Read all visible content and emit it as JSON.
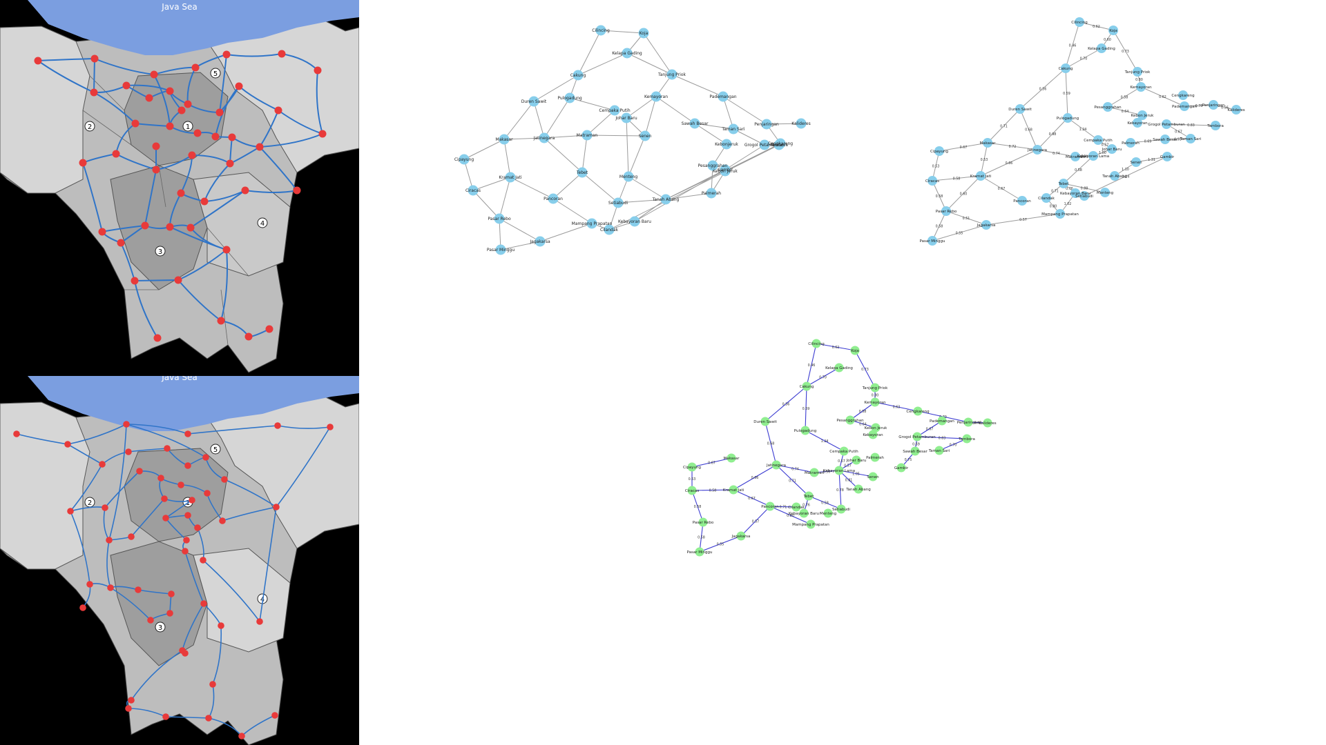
{
  "maps": {
    "sea_label": "Java Sea",
    "region_markers": [
      "1",
      "2",
      "3",
      "4",
      "5"
    ],
    "colors": {
      "sea": "#7b9ee0",
      "land_dark": "#9e9e9e",
      "land_mid": "#bdbdbd",
      "land_light": "#d6d6d6",
      "node": "#e83a3a",
      "edge": "#2f74c8",
      "background": "#000000"
    }
  },
  "graph_plain": {
    "colors": {
      "node": "#87ceeb",
      "edge": "#9a9a9a",
      "label": "#222222"
    },
    "nodes": [
      {
        "id": "cilincing",
        "label": "Cilincing"
      },
      {
        "id": "koja",
        "label": "Koja"
      },
      {
        "id": "kelapa-gading",
        "label": "Kelapa Gading"
      },
      {
        "id": "cakung",
        "label": "Cakung"
      },
      {
        "id": "tanjung-priok",
        "label": "Tanjung Priok"
      },
      {
        "id": "duren-sawit",
        "label": "Duren Sawit"
      },
      {
        "id": "pulogadung",
        "label": "Pulogadung"
      },
      {
        "id": "kemayoran",
        "label": "Kemayoran"
      },
      {
        "id": "pademangan",
        "label": "Pademangan"
      },
      {
        "id": "cempaka-putih",
        "label": "Cempaka Putih"
      },
      {
        "id": "johar-baru",
        "label": "Johar Baru"
      },
      {
        "id": "sawah-besar",
        "label": "Sawah Besar"
      },
      {
        "id": "taman-sari",
        "label": "Taman Sari"
      },
      {
        "id": "penjaringan",
        "label": "Penjaringan"
      },
      {
        "id": "kalideres",
        "label": "Kalideres"
      },
      {
        "id": "makasar",
        "label": "Makasar"
      },
      {
        "id": "jatinegara",
        "label": "Jatinegara"
      },
      {
        "id": "matraman",
        "label": "Matraman"
      },
      {
        "id": "senen",
        "label": "Senen"
      },
      {
        "id": "kebonjeruk",
        "label": "Kebonjeruk"
      },
      {
        "id": "grogol-petamburan",
        "label": "Grogol Petamburan"
      },
      {
        "id": "cengkareng",
        "label": "Cengkareng"
      },
      {
        "id": "tambora",
        "label": "Tambora"
      },
      {
        "id": "cipayung",
        "label": "Cipayung"
      },
      {
        "id": "kramat-jati",
        "label": "Kramat Jati"
      },
      {
        "id": "tebet",
        "label": "Tebet"
      },
      {
        "id": "menteng",
        "label": "Menteng"
      },
      {
        "id": "pesanggrahan",
        "label": "Pesanggrahan"
      },
      {
        "id": "gambir",
        "label": "Gambir"
      },
      {
        "id": "kebon-jeruk",
        "label": "Kebon Jeruk"
      },
      {
        "id": "palmerah",
        "label": "Palmerah"
      },
      {
        "id": "ciracas",
        "label": "Ciracas"
      },
      {
        "id": "pancoran",
        "label": "Pancoran"
      },
      {
        "id": "setiabudi",
        "label": "Setiabudi"
      },
      {
        "id": "tanah-abang",
        "label": "Tanah Abang"
      },
      {
        "id": "pasar-rebo",
        "label": "Pasar Rebo"
      },
      {
        "id": "mampang",
        "label": "Mampang Prapatan"
      },
      {
        "id": "cilandak",
        "label": "Cilandak"
      },
      {
        "id": "kebayoran-baru",
        "label": "Kebayoran Baru"
      },
      {
        "id": "jagakarsa",
        "label": "Jagakarsa"
      },
      {
        "id": "pasar-minggu",
        "label": "Pasar Minggu"
      }
    ]
  },
  "graph_weighted": {
    "colors": {
      "node": "#87ceeb",
      "edge": "#9a9a9a",
      "label": "#222222"
    },
    "nodes": [
      {
        "id": "cilincing",
        "label": "Cilincing"
      },
      {
        "id": "koja",
        "label": "Koja"
      },
      {
        "id": "kelapa-gading",
        "label": "Kelapa Gading"
      },
      {
        "id": "cakung",
        "label": "Cakung"
      },
      {
        "id": "tanjung-priok",
        "label": "Tanjung Priok"
      },
      {
        "id": "kemayoran",
        "label": "Kemayoran"
      },
      {
        "id": "cengkareng",
        "label": "Cengkareng"
      },
      {
        "id": "duren-sawit",
        "label": "Duren Sawit"
      },
      {
        "id": "pesanggrahan",
        "label": "Pesanggrahan"
      },
      {
        "id": "pademangan",
        "label": "Pademangan"
      },
      {
        "id": "penjaringan",
        "label": "Penjaringan"
      },
      {
        "id": "kalideres",
        "label": "Kalideres"
      },
      {
        "id": "kebon-jeruk",
        "label": "Kebon Jeruk"
      },
      {
        "id": "pulogadung",
        "label": "Pulogadung"
      },
      {
        "id": "grogol",
        "label": "Grogol Petamburan"
      },
      {
        "id": "tambora",
        "label": "Tambora"
      },
      {
        "id": "kebayoran",
        "label": "Kebayoran"
      },
      {
        "id": "taman-sari",
        "label": "Taman Sari"
      },
      {
        "id": "sawah-besar",
        "label": "Sawah Besar"
      },
      {
        "id": "cempaka-putih",
        "label": "Cempaka Putih"
      },
      {
        "id": "makasar",
        "label": "Makasar"
      },
      {
        "id": "jatinegara",
        "label": "Jatinegara"
      },
      {
        "id": "johar-baru",
        "label": "Johar Baru"
      },
      {
        "id": "palmerah",
        "label": "Palmerah"
      },
      {
        "id": "cipayung",
        "label": "Cipayung"
      },
      {
        "id": "matraman",
        "label": "Matraman"
      },
      {
        "id": "kebayoran-lama",
        "label": "Kebayoran Lama"
      },
      {
        "id": "gambir",
        "label": "Gambir"
      },
      {
        "id": "senen",
        "label": "Senen"
      },
      {
        "id": "ciracas",
        "label": "Ciracas"
      },
      {
        "id": "kramat-jati",
        "label": "Kramat Jati"
      },
      {
        "id": "tanah-abang",
        "label": "Tanah Abang"
      },
      {
        "id": "tebet",
        "label": "Tebet"
      },
      {
        "id": "pancoran",
        "label": "Pancoran"
      },
      {
        "id": "cilandak",
        "label": "Cilandak"
      },
      {
        "id": "menteng",
        "label": "Menteng"
      },
      {
        "id": "setiabudi",
        "label": "Setiabudi"
      },
      {
        "id": "kebayoran-baru",
        "label": "Kebayoran Baru"
      },
      {
        "id": "pasar-rebo",
        "label": "Pasar Rebo"
      },
      {
        "id": "mampang",
        "label": "Mampang Prapatan"
      },
      {
        "id": "jagakarsa",
        "label": "Jagakarsa"
      },
      {
        "id": "pasar-minggu",
        "label": "Pasar Minggu"
      }
    ],
    "edges": [
      {
        "a": "cilincing",
        "b": "koja",
        "w": "0.62"
      },
      {
        "a": "cilincing",
        "b": "cakung",
        "w": "0.46"
      },
      {
        "a": "koja",
        "b": "kelapa-gading",
        "w": "0.60"
      },
      {
        "a": "koja",
        "b": "tanjung-priok",
        "w": "0.73"
      },
      {
        "a": "kelapa-gading",
        "b": "cakung",
        "w": "0.70"
      },
      {
        "a": "cakung",
        "b": "duren-sawit",
        "w": "0.56"
      },
      {
        "a": "cakung",
        "b": "pulogadung",
        "w": "0.59"
      },
      {
        "a": "duren-sawit",
        "b": "makasar",
        "w": "0.71"
      },
      {
        "a": "duren-sawit",
        "b": "jatinegara",
        "w": "0.68"
      },
      {
        "a": "pulogadung",
        "b": "cempaka-putih",
        "w": "1.24"
      },
      {
        "a": "pulogadung",
        "b": "jatinegara",
        "w": "0.98"
      },
      {
        "a": "makasar",
        "b": "cipayung",
        "w": "0.67"
      },
      {
        "a": "makasar",
        "b": "jatinegara",
        "w": "0.72"
      },
      {
        "a": "makasar",
        "b": "kramat-jati",
        "w": "0.53"
      },
      {
        "a": "jatinegara",
        "b": "matraman",
        "w": "0.74"
      },
      {
        "a": "jatinegara",
        "b": "kramat-jati",
        "w": "0.66"
      },
      {
        "a": "cipayung",
        "b": "ciracas",
        "w": "0.53"
      },
      {
        "a": "ciracas",
        "b": "kramat-jati",
        "w": "0.58"
      },
      {
        "a": "ciracas",
        "b": "pasar-rebo",
        "w": "0.58"
      },
      {
        "a": "kramat-jati",
        "b": "pasar-rebo",
        "w": "0.60"
      },
      {
        "a": "kramat-jati",
        "b": "pancoran",
        "w": "0.67"
      },
      {
        "a": "pasar-rebo",
        "b": "jagakarsa",
        "w": "0.51"
      },
      {
        "a": "pasar-rebo",
        "b": "pasar-minggu",
        "w": "0.58"
      },
      {
        "a": "jagakarsa",
        "b": "pasar-minggu",
        "w": "0.55"
      },
      {
        "a": "jagakarsa",
        "b": "mampang",
        "w": "0.57"
      },
      {
        "a": "tebet",
        "b": "cilandak",
        "w": "0.71"
      },
      {
        "a": "tebet",
        "b": "kebayoran-baru",
        "w": "0.76"
      },
      {
        "a": "cilandak",
        "b": "mampang",
        "w": "0.80"
      },
      {
        "a": "kebayoran-baru",
        "b": "mampang",
        "w": "1.02"
      },
      {
        "a": "tanjung-priok",
        "b": "kemayoran",
        "w": "0.80"
      },
      {
        "a": "kemayoran",
        "b": "pesanggrahan",
        "w": "0.58"
      },
      {
        "a": "kemayoran",
        "b": "pademangan",
        "w": "0.62"
      },
      {
        "a": "pademangan",
        "b": "penjaringan",
        "w": "0.78"
      },
      {
        "a": "penjaringan",
        "b": "kalideres",
        "w": "0.56"
      },
      {
        "a": "pesanggrahan",
        "b": "kebon-jeruk",
        "w": "0.64"
      },
      {
        "a": "grogol",
        "b": "tambora",
        "w": "0.83"
      },
      {
        "a": "grogol",
        "b": "taman-sari",
        "w": "0.67"
      },
      {
        "a": "sawah-besar",
        "b": "taman-sari",
        "w": "0.93"
      },
      {
        "a": "gambir",
        "b": "setiabudi",
        "w": "1.14"
      },
      {
        "a": "senen",
        "b": "tanah-abang",
        "w": "1.10"
      },
      {
        "a": "cempaka-putih",
        "b": "johar-baru",
        "w": "0.57"
      },
      {
        "a": "johar-baru",
        "b": "kebayoran-lama",
        "w": "1.00"
      },
      {
        "a": "kebayoran-lama",
        "b": "matraman",
        "w": "0.50"
      },
      {
        "a": "kebayoran-lama",
        "b": "tebet",
        "w": "0.58"
      },
      {
        "a": "menteng",
        "b": "tebet",
        "w": "0.88"
      },
      {
        "a": "setiabudi",
        "b": "kebayoran-baru",
        "w": "1.08"
      },
      {
        "a": "palmerah",
        "b": "sawah-besar",
        "w": "0.69"
      },
      {
        "a": "gambir",
        "b": "senen",
        "w": "1.31"
      }
    ]
  },
  "graph_mst": {
    "colors": {
      "node": "#90ee90",
      "edge": "#3b3bd1",
      "label": "#222222"
    },
    "nodes": [
      {
        "id": "cilincing",
        "label": "Cilincing"
      },
      {
        "id": "koja",
        "label": "Koja"
      },
      {
        "id": "kelapa-gading",
        "label": "Kelapa Gading"
      },
      {
        "id": "cakung",
        "label": "Cakung"
      },
      {
        "id": "tanjung-priok",
        "label": "Tanjung Priok"
      },
      {
        "id": "kemayoran",
        "label": "Kemayoran"
      },
      {
        "id": "cengkareng",
        "label": "Cengkareng"
      },
      {
        "id": "duren-sawit",
        "label": "Duren Sawit"
      },
      {
        "id": "pesanggrahan",
        "label": "Pesanggrahan"
      },
      {
        "id": "pademangan",
        "label": "Pademangan"
      },
      {
        "id": "penjaringan",
        "label": "Penjaringan"
      },
      {
        "id": "kalideres",
        "label": "Kalideres"
      },
      {
        "id": "kebon-jeruk",
        "label": "Kebon Jeruk"
      },
      {
        "id": "pulogadung",
        "label": "Pulogadung"
      },
      {
        "id": "grogol",
        "label": "Grogol Petamburan"
      },
      {
        "id": "tambora",
        "label": "Tambora"
      },
      {
        "id": "kebayoran",
        "label": "Kebayoran"
      },
      {
        "id": "taman-sari",
        "label": "Taman Sari"
      },
      {
        "id": "sawah-besar",
        "label": "Sawah Besar"
      },
      {
        "id": "cempaka-putih",
        "label": "Cempaka Putih"
      },
      {
        "id": "makasar",
        "label": "Makasar"
      },
      {
        "id": "jatinegara",
        "label": "Jatinegara"
      },
      {
        "id": "johar-baru",
        "label": "Johar Baru"
      },
      {
        "id": "palmerah",
        "label": "Palmerah"
      },
      {
        "id": "gambir",
        "label": "Gambir"
      },
      {
        "id": "cipayung",
        "label": "Cipayung"
      },
      {
        "id": "matraman",
        "label": "Matraman"
      },
      {
        "id": "kebayoran-lama",
        "label": "Kebayoran Lama"
      },
      {
        "id": "senen",
        "label": "Senen"
      },
      {
        "id": "ciracas",
        "label": "Ciracas"
      },
      {
        "id": "kramat-jati",
        "label": "Kramat Jati"
      },
      {
        "id": "tanah-abang",
        "label": "Tanah Abang"
      },
      {
        "id": "tebet",
        "label": "Tebet"
      },
      {
        "id": "pancoran",
        "label": "Pancoran"
      },
      {
        "id": "cilandak",
        "label": "Cilandak"
      },
      {
        "id": "kebayoran-baru",
        "label": "Kebayoran Baru"
      },
      {
        "id": "menteng",
        "label": "Menteng"
      },
      {
        "id": "setiabudi",
        "label": "Setiabudi"
      },
      {
        "id": "pasar-rebo",
        "label": "Pasar Rebo"
      },
      {
        "id": "mampang",
        "label": "Mampang Prapatan"
      },
      {
        "id": "jagakarsa",
        "label": "Jagakarsa"
      },
      {
        "id": "pasar-minggu",
        "label": "Pasar Minggu"
      }
    ],
    "edges": [
      {
        "a": "cilincing",
        "b": "koja",
        "w": "0.62"
      },
      {
        "a": "cilincing",
        "b": "cakung",
        "w": "0.46"
      },
      {
        "a": "koja",
        "b": "tanjung-priok",
        "w": "0.73"
      },
      {
        "a": "kelapa-gading",
        "b": "cakung",
        "w": "0.70"
      },
      {
        "a": "cakung",
        "b": "duren-sawit",
        "w": "0.56"
      },
      {
        "a": "cakung",
        "b": "pulogadung",
        "w": "0.59"
      },
      {
        "a": "duren-sawit",
        "b": "jatinegara",
        "w": "0.68"
      },
      {
        "a": "pulogadung",
        "b": "cempaka-putih",
        "w": "1.24"
      },
      {
        "a": "jatinegara",
        "b": "matraman",
        "w": "0.74"
      },
      {
        "a": "jatinegara",
        "b": "kramat-jati",
        "w": "0.66"
      },
      {
        "a": "jatinegara",
        "b": "tebet",
        "w": "0.71"
      },
      {
        "a": "cipayung",
        "b": "ciracas",
        "w": "0.53"
      },
      {
        "a": "cipayung",
        "b": "makasar",
        "w": "0.67"
      },
      {
        "a": "ciracas",
        "b": "kramat-jati",
        "w": "0.58"
      },
      {
        "a": "ciracas",
        "b": "pasar-rebo",
        "w": "0.58"
      },
      {
        "a": "kramat-jati",
        "b": "pancoran",
        "w": "0.67"
      },
      {
        "a": "pasar-rebo",
        "b": "pasar-minggu",
        "w": "0.58"
      },
      {
        "a": "jagakarsa",
        "b": "pasar-minggu",
        "w": "0.55"
      },
      {
        "a": "jagakarsa",
        "b": "pancoran",
        "w": "0.57"
      },
      {
        "a": "pancoran",
        "b": "cilandak",
        "w": "0.71"
      },
      {
        "a": "pancoran",
        "b": "mampang",
        "w": "0.80"
      },
      {
        "a": "tebet",
        "b": "setiabudi",
        "w": "0.58"
      },
      {
        "a": "tebet",
        "b": "kebayoran-baru",
        "w": "0.76"
      },
      {
        "a": "setiabudi",
        "b": "kebayoran-lama",
        "w": "0.78"
      },
      {
        "a": "matraman",
        "b": "kebayoran-lama",
        "w": "0.50"
      },
      {
        "a": "kebayoran-lama",
        "b": "johar-baru",
        "w": "0.57"
      },
      {
        "a": "kebayoran-lama",
        "b": "tanah-abang",
        "w": "0.81"
      },
      {
        "a": "kebayoran-lama",
        "b": "senen",
        "w": "1.05"
      },
      {
        "a": "cempaka-putih",
        "b": "kebayoran-lama",
        "w": "0.57"
      },
      {
        "a": "tanjung-priok",
        "b": "kemayoran",
        "w": "0.80"
      },
      {
        "a": "kemayoran",
        "b": "pesanggrahan",
        "w": "0.58"
      },
      {
        "a": "kemayoran",
        "b": "cengkareng",
        "w": "0.63"
      },
      {
        "a": "cengkareng",
        "b": "penjaringan",
        "w": "0.70"
      },
      {
        "a": "penjaringan",
        "b": "kalideres",
        "w": "0.43"
      },
      {
        "a": "pesanggrahan",
        "b": "kebon-jeruk",
        "w": "0.64"
      },
      {
        "a": "grogol",
        "b": "pademangan",
        "w": "0.67"
      },
      {
        "a": "grogol",
        "b": "tambora",
        "w": "0.83"
      },
      {
        "a": "grogol",
        "b": "sawah-besar",
        "w": "0.69"
      },
      {
        "a": "sawah-besar",
        "b": "gambir",
        "w": "0.75"
      },
      {
        "a": "taman-sari",
        "b": "tambora",
        "w": "0.70"
      }
    ]
  }
}
